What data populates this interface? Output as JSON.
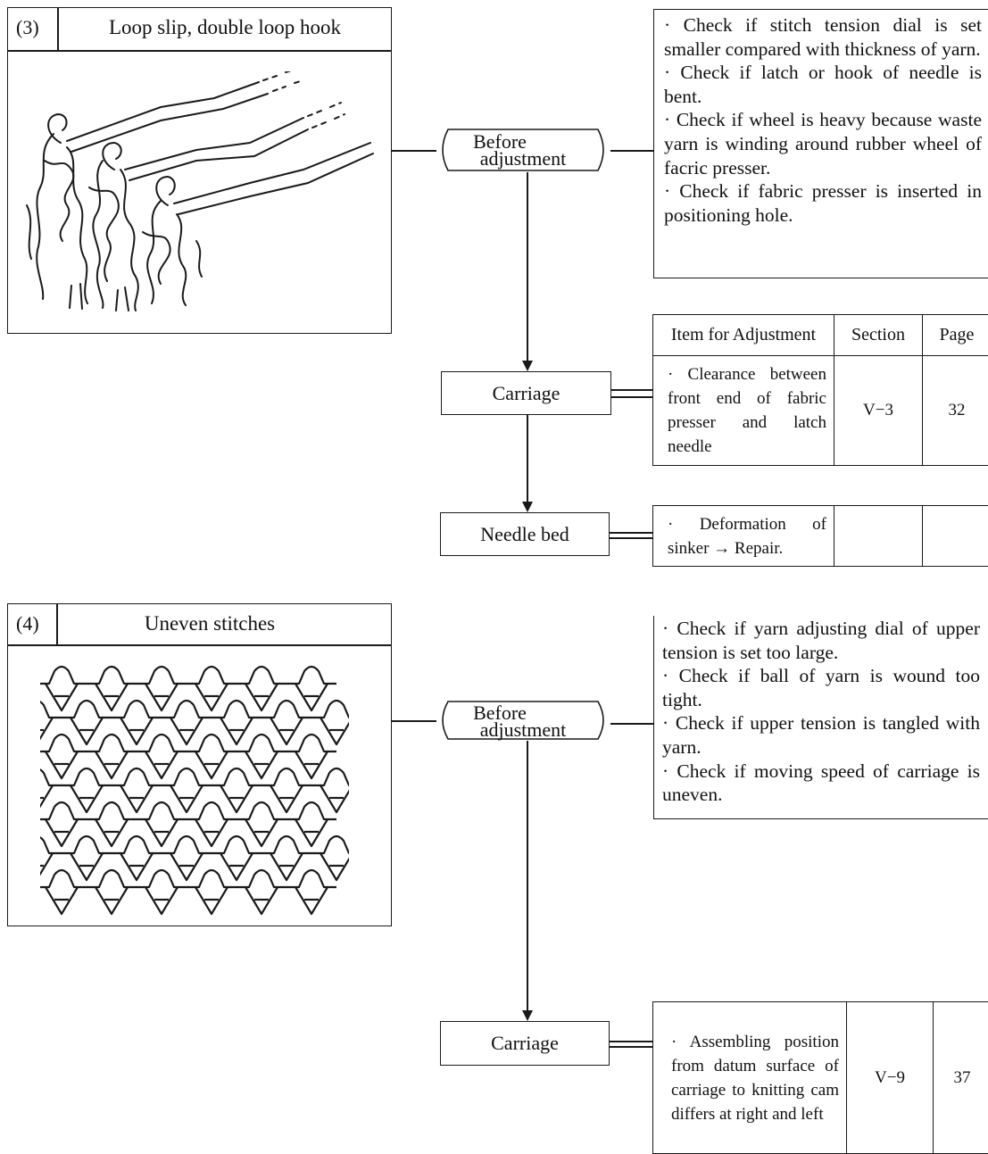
{
  "section3": {
    "number": "(3)",
    "title": "Loop slip, double loop hook",
    "before_label_1": "Before",
    "before_label_2": "adjustment",
    "checks": [
      "· Check if stitch tension dial is set smaller compared with thickness of yarn.",
      "· Check if latch or hook of needle is bent.",
      "· Check if wheel is heavy because waste yarn is winding around rubber wheel of facric presser.",
      "· Check if fabric presser is inserted in positioning hole."
    ],
    "table_header": {
      "item": "Item for Adjustment",
      "section": "Section",
      "page": "Page"
    },
    "carriage": {
      "label": "Carriage",
      "desc": "· Clearance between front end of fabric presser and latch needle",
      "section": "V−3",
      "page": "32"
    },
    "needle_bed": {
      "label": "Needle bed",
      "desc": "· Deformation of sinker → Repair.",
      "section": "",
      "page": ""
    }
  },
  "section4": {
    "number": "(4)",
    "title": "Uneven stitches",
    "before_label_1": "Before",
    "before_label_2": "adjustment",
    "checks": [
      "· Check if yarn adjusting dial of upper tension is set too large.",
      "· Check if ball of yarn is wound too tight.",
      "· Check if upper tension is tangled with yarn.",
      "· Check if moving speed of carriage is uneven."
    ],
    "carriage": {
      "label": "Carriage",
      "desc": "· Assembling position from datum surface of carriage to knitting cam differs at right and left",
      "section": "V−9",
      "page": "37"
    }
  }
}
